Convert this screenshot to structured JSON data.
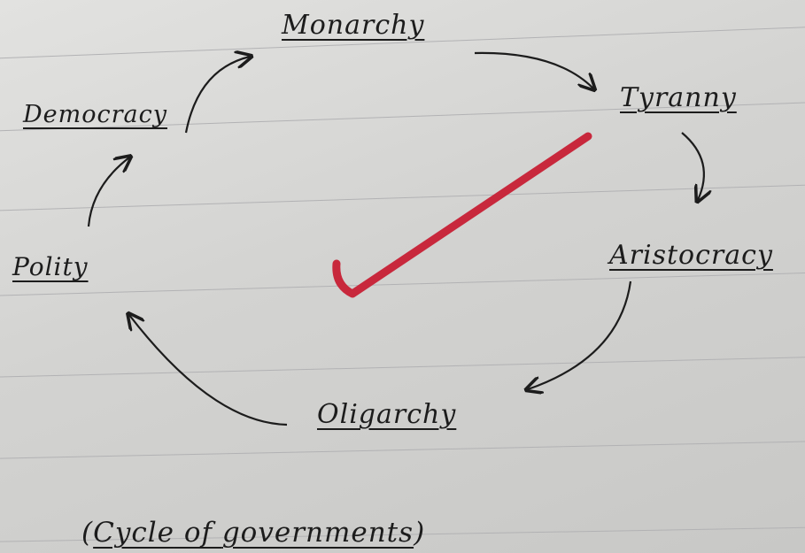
{
  "diagram": {
    "nodes": {
      "monarchy": "Monarchy",
      "tyranny": "Tyranny",
      "aristocracy": "Aristocracy",
      "oligarchy": "Oligarchy",
      "polity": "Polity",
      "democracy": "Democracy"
    },
    "caption": {
      "open": "(",
      "first": "Cycle",
      "middle": " of ",
      "last": "governments",
      "close": ")"
    },
    "cycle_order": [
      "monarchy",
      "tyranny",
      "aristocracy",
      "oligarchy",
      "polity",
      "democracy"
    ],
    "colors": {
      "ink": "#1c1c1c",
      "checkmark": "#c8283c",
      "paper": "#d8d8d6",
      "ruled_line": "#b2b2b4"
    },
    "marks": {
      "checkmark": "red-checkmark-icon"
    }
  }
}
